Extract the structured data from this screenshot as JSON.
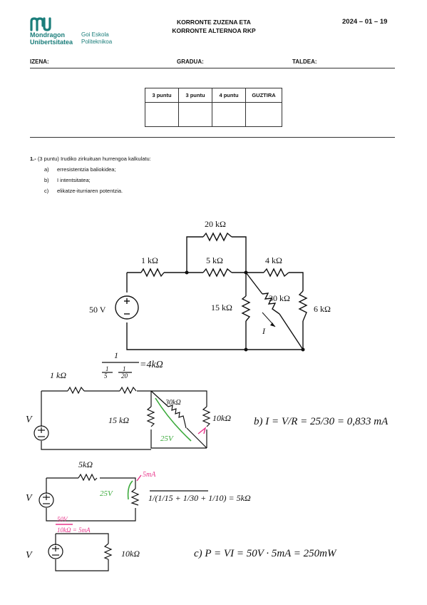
{
  "header": {
    "logo_line1": "Mondragon",
    "logo_line2": "Unibertsitatea",
    "logo_sub1": "Goi Eskola",
    "logo_sub2": "Politeknikoa",
    "title_line1": "KORRONTE ZUZENA ETA",
    "title_line2": "KORRONTE ALTERNOA RKP",
    "date": "2024 – 01 – 19",
    "brand_color": "#1a7d7a"
  },
  "fields": {
    "izena": "IZENA:",
    "gradua": "GRADUA:",
    "taldea": "TALDEA:"
  },
  "score_table": {
    "headers": [
      "3 puntu",
      "3 puntu",
      "4 puntu",
      "GUZTIRA"
    ]
  },
  "question": {
    "number": "1.-",
    "text": "(3 puntu) Irudiko zirkuituan hurrengoa kalkulatu:",
    "items": [
      {
        "letter": "a)",
        "text": "erresistentzia baliokidea;"
      },
      {
        "letter": "b)",
        "text": "I intentsitatea;"
      },
      {
        "letter": "c)",
        "text": "elikatze-iturriaren potentzia."
      }
    ]
  },
  "circuit": {
    "source": "50 V",
    "r1": "1 kΩ",
    "r20": "20 kΩ",
    "r5": "5 kΩ",
    "r4": "4 kΩ",
    "r15": "15 kΩ",
    "r30": "30 kΩ",
    "r6": "6 kΩ",
    "current": "I"
  },
  "handwriting": {
    "frac_num": "1",
    "frac_d1": "1",
    "frac_d1b": "5",
    "frac_d2": "1",
    "frac_d2b": "20",
    "frac_result": "=4kΩ",
    "h1_r1": "1 kΩ",
    "h1_r30": "30kΩ",
    "h1_r15": "15 kΩ",
    "h1_r10": "10kΩ",
    "h1_v": "25V",
    "h1_src": "V",
    "b_answer": "b)  I = V/R = 25/30 = 0,833 mA",
    "h2_r5": "5kΩ",
    "h2_i": "5mA",
    "h2_v": "25V",
    "h2_src": "V",
    "h2_eq": "1/(1/15 + 1/30 + 1/10) = 5kΩ",
    "h3_note1": "50V",
    "h3_note2": "10kΩ = 5mA",
    "h3_r": "10kΩ",
    "h3_src": "V",
    "c_answer": "c)  P = VI = 50V · 5mA = 250mW",
    "ink_color": "#111111",
    "green_color": "#3caa3c",
    "pink_color": "#e8348a"
  }
}
